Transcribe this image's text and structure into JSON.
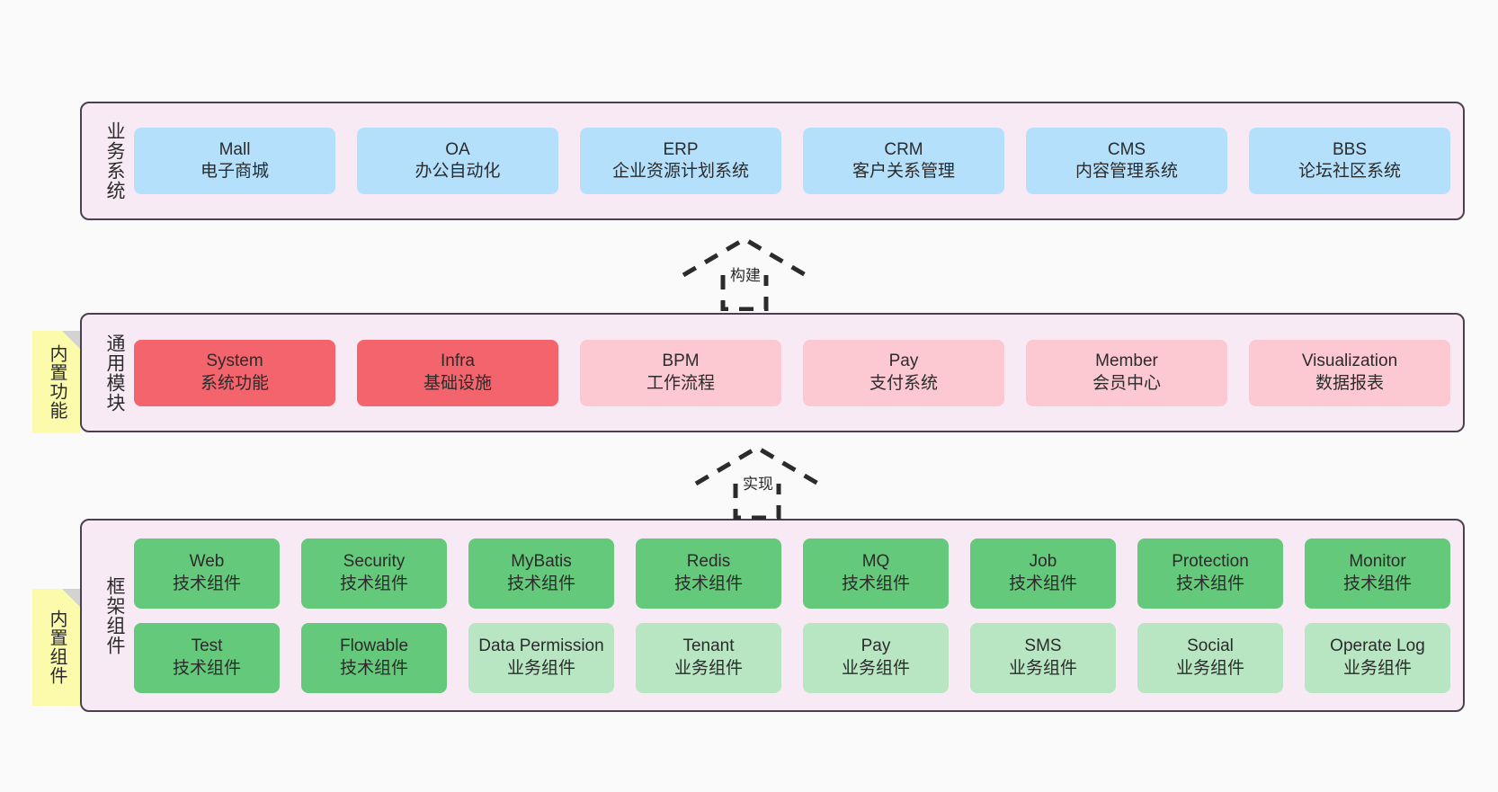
{
  "diagram": {
    "title_semantic": "yudao-architecture-layers",
    "colors": {
      "panel_bg": "#f8eaf4",
      "panel_border": "#4a4050",
      "business_card": "#b4e0fb",
      "core_module_card": "#f4646c",
      "module_card": "#fcc9d3",
      "tech_component_card": "#64c97a",
      "biz_component_card": "#b8e6c2",
      "note_bg": "#fbfbab",
      "note_fold": "#d3d3d3",
      "canvas_bg": "#fafafa"
    }
  },
  "layers": [
    {
      "id": "business",
      "title": "业务系统",
      "rows": [
        {
          "cards": [
            {
              "title": "Mall",
              "subtitle": "电子商城",
              "style": "c-blue"
            },
            {
              "title": "OA",
              "subtitle": "办公自动化",
              "style": "c-blue"
            },
            {
              "title": "ERP",
              "subtitle": "企业资源计划系统",
              "style": "c-blue"
            },
            {
              "title": "CRM",
              "subtitle": "客户关系管理",
              "style": "c-blue"
            },
            {
              "title": "CMS",
              "subtitle": "内容管理系统",
              "style": "c-blue"
            },
            {
              "title": "BBS",
              "subtitle": "论坛社区系统",
              "style": "c-blue"
            }
          ]
        }
      ]
    },
    {
      "id": "common",
      "title": "通用模块",
      "rows": [
        {
          "cards": [
            {
              "title": "System",
              "subtitle": "系统功能",
              "style": "c-red"
            },
            {
              "title": "Infra",
              "subtitle": "基础设施",
              "style": "c-red"
            },
            {
              "title": "BPM",
              "subtitle": "工作流程",
              "style": "c-pink"
            },
            {
              "title": "Pay",
              "subtitle": "支付系统",
              "style": "c-pink"
            },
            {
              "title": "Member",
              "subtitle": "会员中心",
              "style": "c-pink"
            },
            {
              "title": "Visualization",
              "subtitle": "数据报表",
              "style": "c-pink"
            }
          ]
        }
      ]
    },
    {
      "id": "framework",
      "title": "框架组件",
      "rows": [
        {
          "cards": [
            {
              "title": "Web",
              "subtitle": "技术组件",
              "style": "c-green"
            },
            {
              "title": "Security",
              "subtitle": "技术组件",
              "style": "c-green"
            },
            {
              "title": "MyBatis",
              "subtitle": "技术组件",
              "style": "c-green"
            },
            {
              "title": "Redis",
              "subtitle": "技术组件",
              "style": "c-green"
            },
            {
              "title": "MQ",
              "subtitle": "技术组件",
              "style": "c-green"
            },
            {
              "title": "Job",
              "subtitle": "技术组件",
              "style": "c-green"
            },
            {
              "title": "Protection",
              "subtitle": "技术组件",
              "style": "c-green"
            },
            {
              "title": "Monitor",
              "subtitle": "技术组件",
              "style": "c-green"
            }
          ]
        },
        {
          "cards": [
            {
              "title": "Test",
              "subtitle": "技术组件",
              "style": "c-green"
            },
            {
              "title": "Flowable",
              "subtitle": "技术组件",
              "style": "c-green"
            },
            {
              "title": "Data Permission",
              "subtitle": "业务组件",
              "style": "c-lightgreen",
              "wrap": true
            },
            {
              "title": "Tenant",
              "subtitle": "业务组件",
              "style": "c-lightgreen"
            },
            {
              "title": "Pay",
              "subtitle": "业务组件",
              "style": "c-lightgreen"
            },
            {
              "title": "SMS",
              "subtitle": "业务组件",
              "style": "c-lightgreen"
            },
            {
              "title": "Social",
              "subtitle": "业务组件",
              "style": "c-lightgreen"
            },
            {
              "title": "Operate Log",
              "subtitle": "业务组件",
              "style": "c-lightgreen"
            }
          ]
        }
      ]
    }
  ],
  "notes": [
    {
      "id": "functions",
      "text": "内置功能"
    },
    {
      "id": "components",
      "text": "内置组件"
    }
  ],
  "connectors": [
    {
      "id": "build",
      "label": "构建"
    },
    {
      "id": "implement",
      "label": "实现"
    }
  ]
}
